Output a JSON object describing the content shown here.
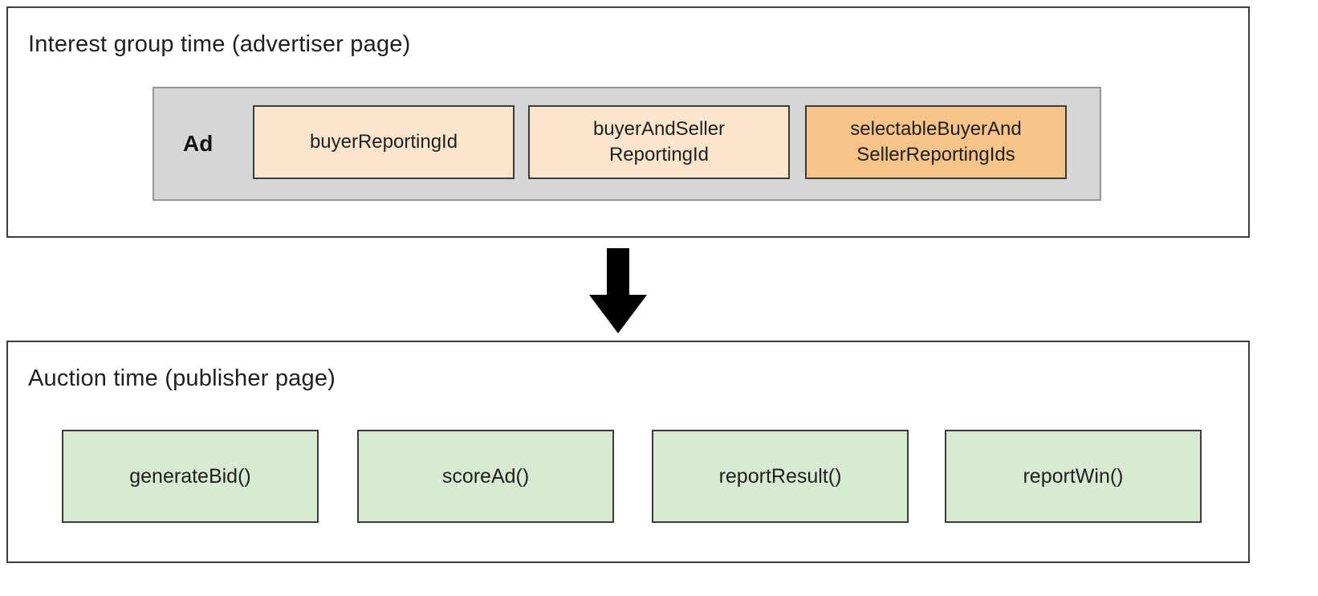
{
  "top_panel": {
    "title": "Interest group time (advertiser page)",
    "ad_label": "Ad",
    "items": [
      {
        "label": "buyerReportingId",
        "lines": [
          "buyerReportingId"
        ],
        "color": "#fce5cd"
      },
      {
        "label": "buyerAndSellerReportingId",
        "lines": [
          "buyerAndSeller",
          "ReportingId"
        ],
        "color": "#fce5cd"
      },
      {
        "label": "selectableBuyerAndSellerReportingIds",
        "lines": [
          "selectableBuyerAnd",
          "SellerReportingIds"
        ],
        "color": "#f6c48b"
      }
    ],
    "ad_box_color": "#d6d6d6"
  },
  "arrow": {
    "icon": "down-arrow-icon",
    "color": "#000000"
  },
  "bottom_panel": {
    "title": "Auction time (publisher page)",
    "box_color": "#d9ead3",
    "functions": [
      {
        "label": "generateBid()"
      },
      {
        "label": "scoreAd()"
      },
      {
        "label": "reportResult()"
      },
      {
        "label": "reportWin()"
      }
    ]
  }
}
